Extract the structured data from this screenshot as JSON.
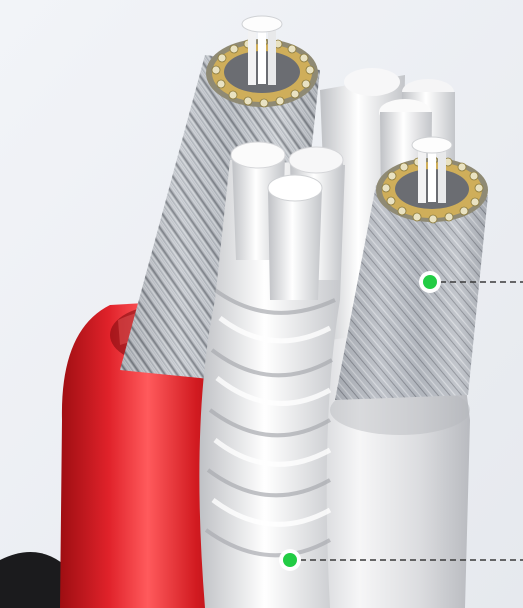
{
  "image": {
    "subject": "cable-cross-section-illustration",
    "text": []
  },
  "callouts": [
    {
      "marker_color": "#22cc44",
      "line_style": "dashed",
      "target": "copper-wire-core"
    },
    {
      "marker_color": "#22cc44",
      "line_style": "dashed",
      "target": "braided-fiber-filler"
    }
  ],
  "colors": {
    "background": "#eef0f4",
    "outer_jacket_red": "#e21e24",
    "inner_jacket_white": "#e9eaec",
    "conductor_gold": "#cfae5a",
    "strand_silver": "#c7cbd1",
    "callout_green": "#22cc44"
  }
}
